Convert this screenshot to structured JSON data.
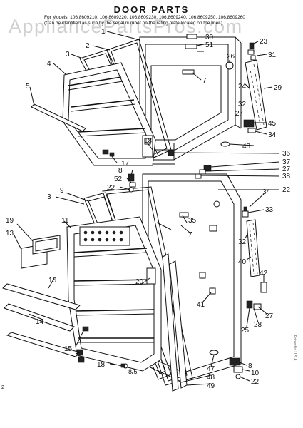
{
  "diagram": {
    "title": "DOOR PARTS",
    "models_line1": "For Models: 106.8609210, 106.8609220, 106.8609230, 106.8609240, 106.8609250, 106.8609260",
    "models_line2": "(Can be identified as such by the serial number on the rating plate located on the liner.)",
    "watermark": "AppliancePartsPros.com",
    "side_note": "Printed in U.S.A.",
    "corner_mark": "2",
    "part_labels": {
      "p1": "1",
      "p2": "2",
      "p3a": "3",
      "p3b": "3",
      "p4": "4",
      "p5": "5",
      "p7a": "7",
      "p7b": "7",
      "p8a": "8",
      "p8b": "8",
      "p9": "9",
      "p10": "10",
      "p11": "11",
      "p13": "13",
      "p14": "14",
      "p15": "15",
      "p16": "16",
      "p17": "17",
      "p18a": "18",
      "p18b": "18",
      "p19": "19",
      "p20": "20",
      "p22a": "22",
      "p22b": "22",
      "p22c": "22",
      "p23": "23",
      "p24": "24",
      "p25": "25",
      "p26": "26",
      "p27a": "27",
      "p27b": "27",
      "p28": "28",
      "p29": "29",
      "p30": "30",
      "p31": "31",
      "p32a": "32",
      "p32b": "32",
      "p33": "33",
      "p34a": "34",
      "p34b": "34",
      "p35": "35",
      "p36": "36",
      "p37": "37",
      "p38": "38",
      "p40": "40",
      "p41": "41",
      "p42": "42",
      "p45": "45",
      "p47": "47",
      "p48a": "48",
      "p48b": "48",
      "p49": "49",
      "p51": "51",
      "p52": "52",
      "p8s5": "8/5"
    }
  }
}
